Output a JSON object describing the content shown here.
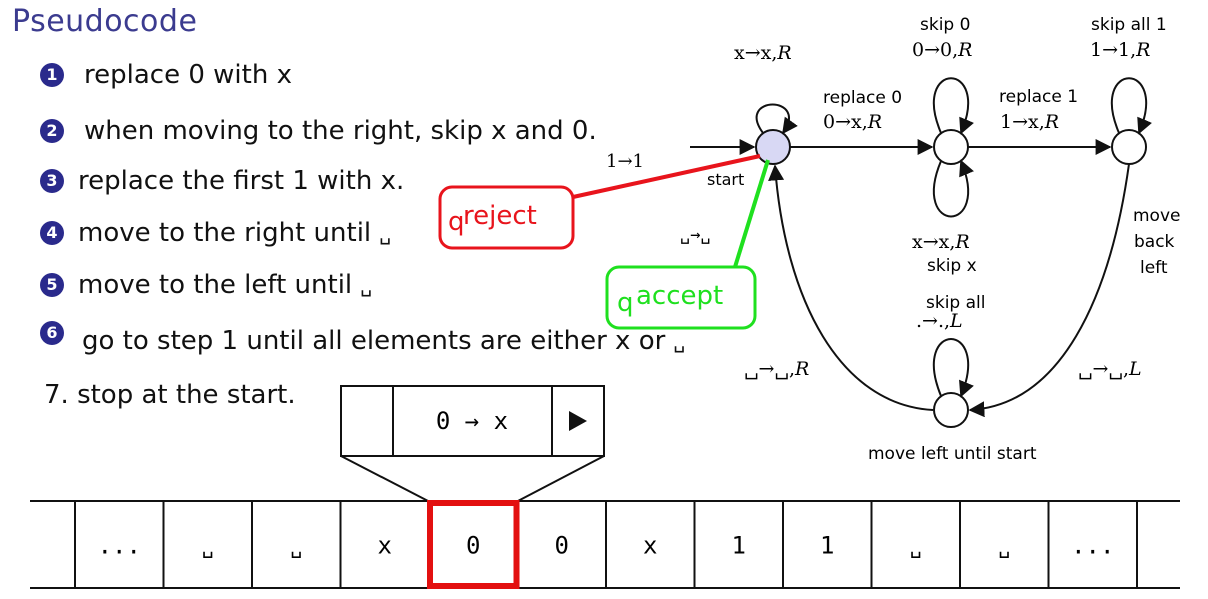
{
  "title": "Pseudocode",
  "steps": [
    {
      "num": "1",
      "text": "replace 0 with x"
    },
    {
      "num": "2",
      "text": "when moving to the right, skip x and 0."
    },
    {
      "num": "3",
      "text": "replace the first 1 with x."
    },
    {
      "num": "4",
      "text": "move to the right until",
      "blank": "␣"
    },
    {
      "num": "5",
      "text": "move to the left until",
      "blank": "␣"
    },
    {
      "num": "6",
      "text": "go to step 1 until all elements are either x or",
      "blank": "␣"
    }
  ],
  "step7": "7. stop at the start.",
  "states": {
    "start": "start",
    "q_reject": {
      "q": "q",
      "sup": "reject",
      "color": "#e8141c"
    },
    "q_accept": {
      "q": "q",
      "sup": "accept",
      "color": "#1fe01f"
    },
    "move_left_until_start": "move left until start"
  },
  "transitions": {
    "start_loop": "x→x,",
    "start_loop_dir": "R",
    "in_arrow": "1→1",
    "blank_blank": "␣→␣",
    "replace0_label": "replace 0",
    "replace0_rule": "0→x,",
    "replace0_dir": "R",
    "skip0_label": "skip 0",
    "skip0_rule": "0→0,",
    "skip0_dir": "R",
    "skipx_rule": "x→x,",
    "skipx_dir": "R",
    "skipx_label": "skip x",
    "replace1_label": "replace 1",
    "replace1_rule": "1→x,",
    "replace1_dir": "R",
    "skipall1_label": "skip all 1",
    "skipall1_rule": "1→1,",
    "skipall1_dir": "R",
    "move_back_left": [
      "move",
      "back",
      "left"
    ],
    "skipall_label": "skip all",
    "skipall_rule": ".→.,",
    "skipall_dir": "L",
    "return_rule": "␣→␣,",
    "return_dir": "R",
    "back_rule": "␣→␣,",
    "back_dir": "L"
  },
  "head": {
    "rule": "0 → x",
    "play_icon": "play-icon"
  },
  "tape": {
    "cells": [
      "...",
      "␣",
      "␣",
      "x",
      "0",
      "0",
      "x",
      "1",
      "1",
      "␣",
      "␣",
      "..."
    ],
    "head_index": 4,
    "highlight_color": "#e31010"
  }
}
